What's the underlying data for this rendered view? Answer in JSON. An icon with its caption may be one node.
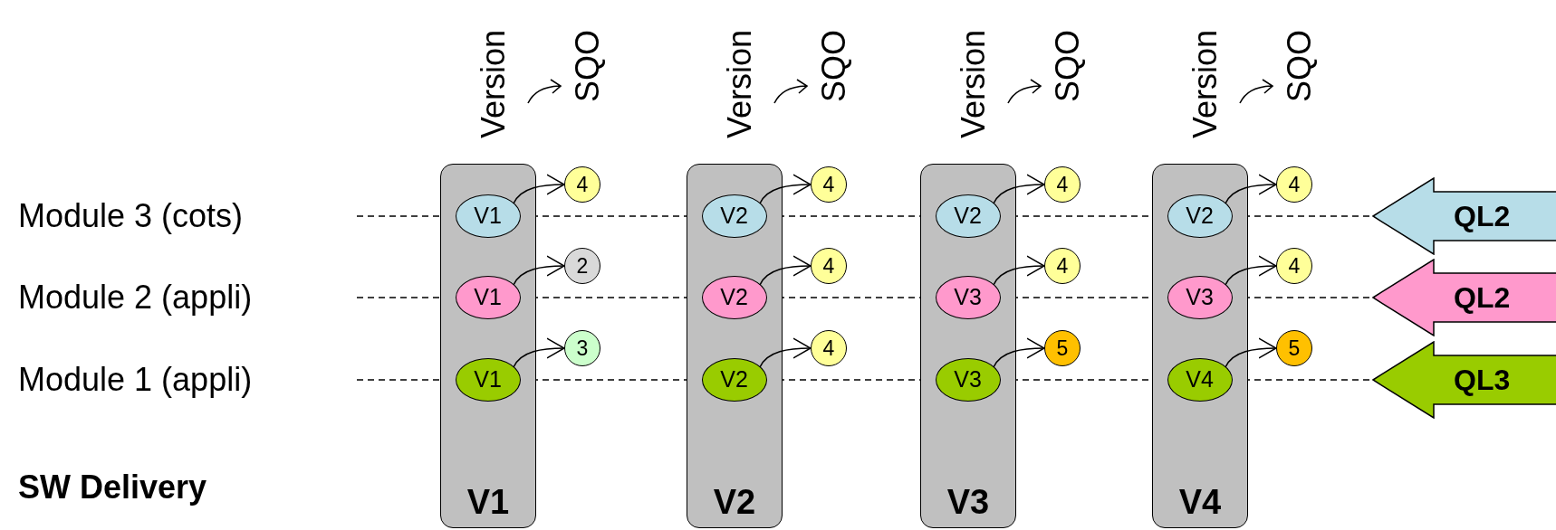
{
  "diagram": {
    "nodes": [
      {
        "text": [
          "V1"
        ]
      },
      {
        "text": [
          "V1"
        ],
        "in": 0
      },
      {
        "text": [
          "4"
        ]
      },
      {
        "text": [
          "V1"
        ],
        "in": 0
      },
      {
        "text": [
          "2"
        ]
      },
      {
        "text": [
          "V1"
        ],
        "in": 0
      },
      {
        "text": [
          "3"
        ]
      },
      {
        "text": [
          "V2"
        ]
      },
      {
        "text": [
          "V2"
        ],
        "in": 7
      },
      {
        "text": [
          "4"
        ]
      },
      {
        "text": [
          "V2"
        ],
        "in": 7
      },
      {
        "text": [
          "4"
        ]
      },
      {
        "text": [
          "V2"
        ],
        "in": 7
      },
      {
        "text": [
          "4"
        ]
      },
      {
        "text": [
          "V3"
        ]
      },
      {
        "text": [
          "V2"
        ],
        "in": 14
      },
      {
        "text": [
          "4"
        ]
      },
      {
        "text": [
          "V3"
        ],
        "in": 14
      },
      {
        "text": [
          "4"
        ]
      },
      {
        "text": [
          "V3"
        ],
        "in": 14
      },
      {
        "text": [
          "5"
        ]
      },
      {
        "text": [
          "V4"
        ]
      },
      {
        "text": [
          "V2"
        ],
        "in": 21
      },
      {
        "text": [
          "4"
        ]
      },
      {
        "text": [
          "V3"
        ],
        "in": 21
      },
      {
        "text": [
          "4"
        ]
      },
      {
        "text": [
          "V4"
        ],
        "in": 21
      },
      {
        "text": [
          "5"
        ]
      },
      {
        "text": [
          "QL2"
        ]
      },
      {
        "text": [
          "QL2"
        ]
      },
      {
        "text": [
          "QL3"
        ]
      }
    ],
    "edges": [
      {
        "from": 1,
        "to": 2,
        "arrow": "to"
      },
      {
        "from": 3,
        "to": 4,
        "arrow": "to"
      },
      {
        "from": 5,
        "to": 6,
        "arrow": "to"
      },
      {
        "from": 8,
        "to": 9,
        "arrow": "to"
      },
      {
        "from": 10,
        "to": 11,
        "arrow": "to"
      },
      {
        "from": 12,
        "to": 13,
        "arrow": "to"
      },
      {
        "from": 15,
        "to": 16,
        "arrow": "to"
      },
      {
        "from": 17,
        "to": 18,
        "arrow": "to"
      },
      {
        "from": 19,
        "to": 20,
        "arrow": "to"
      },
      {
        "from": 22,
        "to": 23,
        "arrow": "to"
      },
      {
        "from": 24,
        "to": 25,
        "arrow": "to"
      },
      {
        "from": 26,
        "to": 27,
        "arrow": "to"
      },
      {
        "from": null,
        "to": 1,
        "arrow": "none",
        "style": "dashed"
      },
      {
        "from": 1,
        "to": 8,
        "arrow": "none",
        "style": "dashed"
      },
      {
        "from": 8,
        "to": 15,
        "arrow": "none",
        "style": "dashed"
      },
      {
        "from": 15,
        "to": 22,
        "arrow": "none",
        "style": "dashed"
      },
      {
        "from": 22,
        "to": 28,
        "arrow": "none",
        "style": "dashed"
      },
      {
        "from": null,
        "to": 3,
        "arrow": "none",
        "style": "dashed"
      },
      {
        "from": 3,
        "to": 10,
        "arrow": "none",
        "style": "dashed"
      },
      {
        "from": 10,
        "to": 17,
        "arrow": "none",
        "style": "dashed"
      },
      {
        "from": 17,
        "to": 24,
        "arrow": "none",
        "style": "dashed"
      },
      {
        "from": 24,
        "to": 29,
        "arrow": "none",
        "style": "dashed"
      },
      {
        "from": null,
        "to": 5,
        "arrow": "none",
        "style": "dashed"
      },
      {
        "from": 5,
        "to": 12,
        "arrow": "none",
        "style": "dashed"
      },
      {
        "from": 12,
        "to": 19,
        "arrow": "none",
        "style": "dashed"
      },
      {
        "from": 19,
        "to": 26,
        "arrow": "none",
        "style": "dashed"
      },
      {
        "from": 26,
        "to": 30,
        "arrow": "none",
        "style": "dashed"
      }
    ],
    "labels": [
      "Version",
      "SQO",
      "Version",
      "SQO",
      "Version",
      "SQO",
      "Version",
      "SQO",
      "Module 3 (cots)",
      "Module 2 (appli)",
      "Module 1 (appli)",
      "SW Delivery"
    ]
  }
}
